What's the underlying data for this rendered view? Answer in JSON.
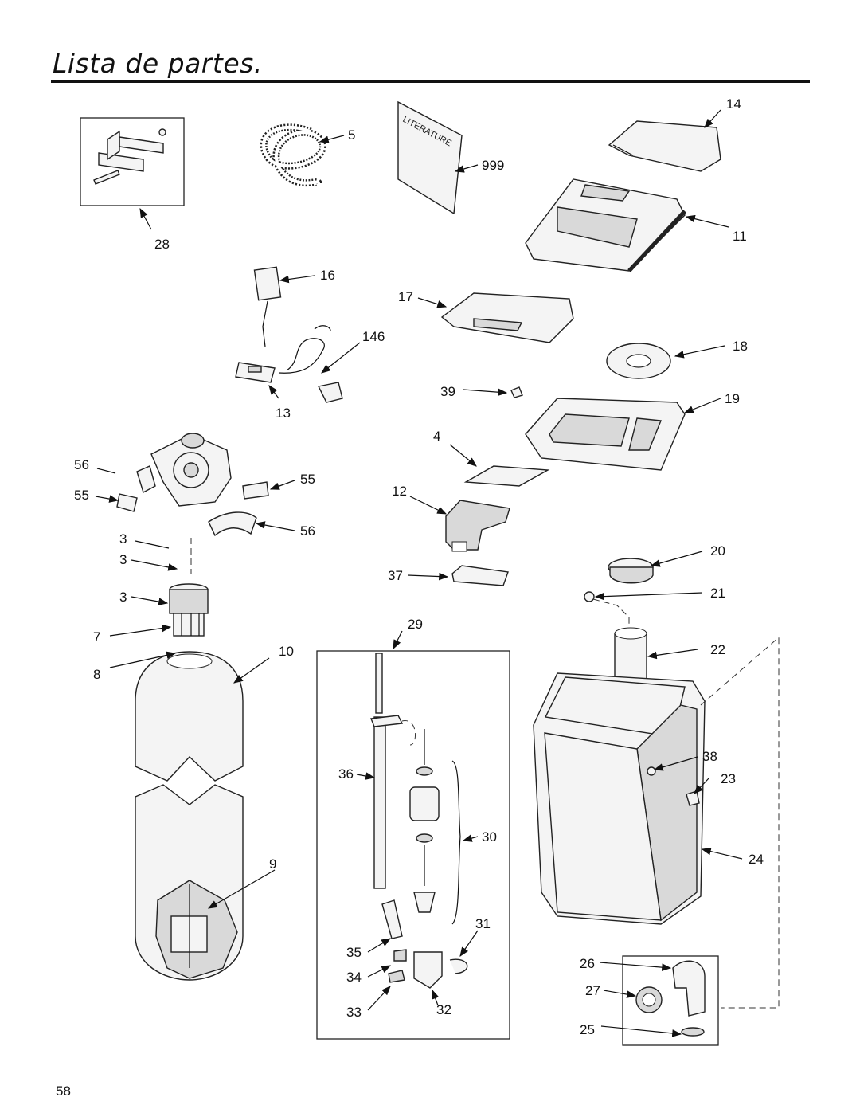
{
  "page": {
    "title": "Lista de partes.",
    "page_number": "58"
  },
  "literature_text": "LITERATURE",
  "callouts": [
    {
      "id": "c14",
      "text": "14"
    },
    {
      "id": "c5",
      "text": "5"
    },
    {
      "id": "c999",
      "text": "999"
    },
    {
      "id": "c11",
      "text": "11"
    },
    {
      "id": "c28",
      "text": "28"
    },
    {
      "id": "c16",
      "text": "16"
    },
    {
      "id": "c17",
      "text": "17"
    },
    {
      "id": "c146",
      "text": "146"
    },
    {
      "id": "c18",
      "text": "18"
    },
    {
      "id": "c39",
      "text": "39"
    },
    {
      "id": "c19",
      "text": "19"
    },
    {
      "id": "c13",
      "text": "13"
    },
    {
      "id": "c4",
      "text": "4"
    },
    {
      "id": "c56a",
      "text": "56"
    },
    {
      "id": "c55a",
      "text": "55"
    },
    {
      "id": "c55b",
      "text": "55"
    },
    {
      "id": "c12",
      "text": "12"
    },
    {
      "id": "c56b",
      "text": "56"
    },
    {
      "id": "c3a",
      "text": "3"
    },
    {
      "id": "c3b",
      "text": "3"
    },
    {
      "id": "c20",
      "text": "20"
    },
    {
      "id": "c37",
      "text": "37"
    },
    {
      "id": "c3c",
      "text": "3"
    },
    {
      "id": "c21",
      "text": "21"
    },
    {
      "id": "c7",
      "text": "7"
    },
    {
      "id": "c29",
      "text": "29"
    },
    {
      "id": "c22",
      "text": "22"
    },
    {
      "id": "c8",
      "text": "8"
    },
    {
      "id": "c10",
      "text": "10"
    },
    {
      "id": "c38",
      "text": "38"
    },
    {
      "id": "c36",
      "text": "36"
    },
    {
      "id": "c23",
      "text": "23"
    },
    {
      "id": "c30",
      "text": "30"
    },
    {
      "id": "c24",
      "text": "24"
    },
    {
      "id": "c9",
      "text": "9"
    },
    {
      "id": "c31",
      "text": "31"
    },
    {
      "id": "c26",
      "text": "26"
    },
    {
      "id": "c35",
      "text": "35"
    },
    {
      "id": "c27",
      "text": "27"
    },
    {
      "id": "c34",
      "text": "34"
    },
    {
      "id": "c33",
      "text": "33"
    },
    {
      "id": "c32",
      "text": "32"
    },
    {
      "id": "c25",
      "text": "25"
    }
  ]
}
